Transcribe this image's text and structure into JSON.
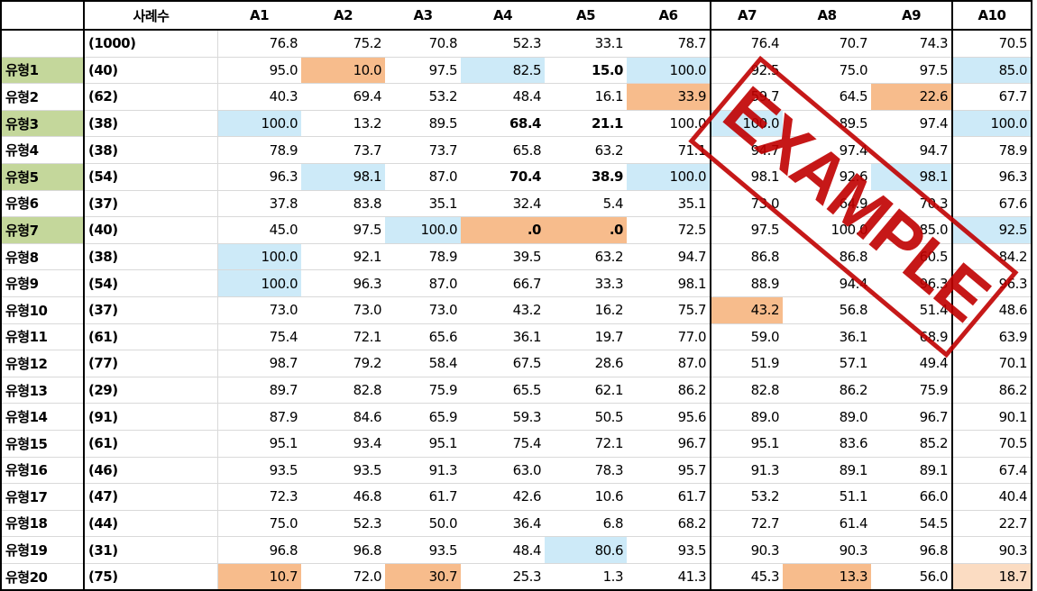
{
  "header": {
    "count_label": "사례수",
    "columns": [
      "A1",
      "A2",
      "A3",
      "A4",
      "A5",
      "A6",
      "A7",
      "A8",
      "A9",
      "A10"
    ]
  },
  "total_row": {
    "label": "",
    "count": "(1000)",
    "values": [
      "76.8",
      "75.2",
      "70.8",
      "52.3",
      "33.1",
      "78.7",
      "76.4",
      "70.7",
      "74.3",
      "70.5"
    ]
  },
  "rows": [
    {
      "label": "유형1",
      "count": "(40)",
      "values": [
        "95.0",
        "10.0",
        "97.5",
        "82.5",
        "15.0",
        "100.0",
        "92.5",
        "75.0",
        "97.5",
        "85.0"
      ]
    },
    {
      "label": "유형2",
      "count": "(62)",
      "values": [
        "40.3",
        "69.4",
        "53.2",
        "48.4",
        "16.1",
        "33.9",
        "59.7",
        "64.5",
        "22.6",
        "67.7"
      ]
    },
    {
      "label": "유형3",
      "count": "(38)",
      "values": [
        "100.0",
        "13.2",
        "89.5",
        "68.4",
        "21.1",
        "100.0",
        "100.0",
        "89.5",
        "97.4",
        "100.0"
      ]
    },
    {
      "label": "유형4",
      "count": "(38)",
      "values": [
        "78.9",
        "73.7",
        "73.7",
        "65.8",
        "63.2",
        "71.1",
        "94.7",
        "97.4",
        "94.7",
        "78.9"
      ]
    },
    {
      "label": "유형5",
      "count": "(54)",
      "values": [
        "96.3",
        "98.1",
        "87.0",
        "70.4",
        "38.9",
        "100.0",
        "98.1",
        "92.6",
        "98.1",
        "96.3"
      ]
    },
    {
      "label": "유형6",
      "count": "(37)",
      "values": [
        "37.8",
        "83.8",
        "35.1",
        "32.4",
        "5.4",
        "35.1",
        "73.0",
        "64.9",
        "70.3",
        "67.6"
      ]
    },
    {
      "label": "유형7",
      "count": "(40)",
      "values": [
        "45.0",
        "97.5",
        "100.0",
        ".0",
        ".0",
        "72.5",
        "97.5",
        "100.0",
        "85.0",
        "92.5"
      ]
    },
    {
      "label": "유형8",
      "count": "(38)",
      "values": [
        "100.0",
        "92.1",
        "78.9",
        "39.5",
        "63.2",
        "94.7",
        "86.8",
        "86.8",
        "60.5",
        "84.2"
      ]
    },
    {
      "label": "유형9",
      "count": "(54)",
      "values": [
        "100.0",
        "96.3",
        "87.0",
        "66.7",
        "33.3",
        "98.1",
        "88.9",
        "94.4",
        "96.3",
        "96.3"
      ]
    },
    {
      "label": "유형10",
      "count": "(37)",
      "values": [
        "73.0",
        "73.0",
        "73.0",
        "43.2",
        "16.2",
        "75.7",
        "43.2",
        "56.8",
        "51.4",
        "48.6"
      ]
    },
    {
      "label": "유형11",
      "count": "(61)",
      "values": [
        "75.4",
        "72.1",
        "65.6",
        "36.1",
        "19.7",
        "77.0",
        "59.0",
        "36.1",
        "68.9",
        "63.9"
      ]
    },
    {
      "label": "유형12",
      "count": "(77)",
      "values": [
        "98.7",
        "79.2",
        "58.4",
        "67.5",
        "28.6",
        "87.0",
        "51.9",
        "57.1",
        "49.4",
        "70.1"
      ]
    },
    {
      "label": "유형13",
      "count": "(29)",
      "values": [
        "89.7",
        "82.8",
        "75.9",
        "65.5",
        "62.1",
        "86.2",
        "82.8",
        "86.2",
        "75.9",
        "86.2"
      ]
    },
    {
      "label": "유형14",
      "count": "(91)",
      "values": [
        "87.9",
        "84.6",
        "65.9",
        "59.3",
        "50.5",
        "95.6",
        "89.0",
        "89.0",
        "96.7",
        "90.1"
      ]
    },
    {
      "label": "유형15",
      "count": "(61)",
      "values": [
        "95.1",
        "93.4",
        "95.1",
        "75.4",
        "72.1",
        "96.7",
        "95.1",
        "83.6",
        "85.2",
        "70.5"
      ]
    },
    {
      "label": "유형16",
      "count": "(46)",
      "values": [
        "93.5",
        "93.5",
        "91.3",
        "63.0",
        "78.3",
        "95.7",
        "91.3",
        "89.1",
        "89.1",
        "67.4"
      ]
    },
    {
      "label": "유형17",
      "count": "(47)",
      "values": [
        "72.3",
        "46.8",
        "61.7",
        "42.6",
        "10.6",
        "61.7",
        "53.2",
        "51.1",
        "66.0",
        "40.4"
      ]
    },
    {
      "label": "유형18",
      "count": "(44)",
      "values": [
        "75.0",
        "52.3",
        "50.0",
        "36.4",
        "6.8",
        "68.2",
        "72.7",
        "61.4",
        "54.5",
        "22.7"
      ]
    },
    {
      "label": "유형19",
      "count": "(31)",
      "values": [
        "96.8",
        "96.8",
        "93.5",
        "48.4",
        "80.6",
        "93.5",
        "90.3",
        "90.3",
        "96.8",
        "90.3"
      ]
    },
    {
      "label": "유형20",
      "count": "(75)",
      "values": [
        "10.7",
        "72.0",
        "30.7",
        "25.3",
        "1.3",
        "41.3",
        "45.3",
        "13.3",
        "56.0",
        "18.7"
      ]
    }
  ],
  "highlights": {
    "green_labels": [
      0,
      2,
      4,
      6
    ],
    "cells": {
      "0": {
        "1": "orange",
        "3": "blue",
        "5": "blue",
        "9": "blue"
      },
      "1": {
        "5": "orange",
        "8": "orange"
      },
      "2": {
        "0": "blue",
        "6": "blue",
        "9": "blue"
      },
      "4": {
        "1": "blue",
        "5": "blue",
        "8": "blue"
      },
      "6": {
        "2": "blue",
        "3": "orange",
        "4": "orange",
        "9": "blue"
      },
      "7": {
        "0": "blue"
      },
      "8": {
        "0": "blue"
      },
      "9": {
        "6": "orange"
      },
      "18": {
        "4": "blue"
      },
      "19": {
        "0": "orange",
        "2": "orange",
        "7": "orange",
        "9": "peach"
      }
    },
    "bold_cells": {
      "0": [
        4
      ],
      "2": [
        3,
        4
      ],
      "4": [
        3,
        4
      ],
      "6": [
        3,
        4
      ]
    }
  },
  "colors": {
    "green": "#c4d79b",
    "blue": "#cdeaf8",
    "orange": "#f7bc8c",
    "peach": "#fbdcc2",
    "stamp": "#c00000"
  },
  "stamp": {
    "text": "EXAMPLE"
  }
}
